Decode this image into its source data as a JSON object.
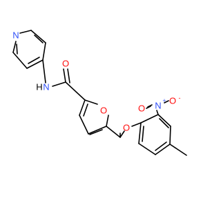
{
  "labels": {
    "pyridine_n": "N",
    "amide_n": "N",
    "amide_h": "H",
    "carbonyl_o": "O",
    "furan_o": "O",
    "ether_o": "O",
    "nitro_n": "N",
    "nitro_o1": "O",
    "nitro_o2": "O",
    "nitro_n_charge": "+",
    "nitro_o_charge": "-"
  },
  "colors": {
    "bond": "#000000",
    "nitrogen": "#3050f8",
    "oxygen": "#ff0d0d",
    "text_dark": "#000000"
  }
}
